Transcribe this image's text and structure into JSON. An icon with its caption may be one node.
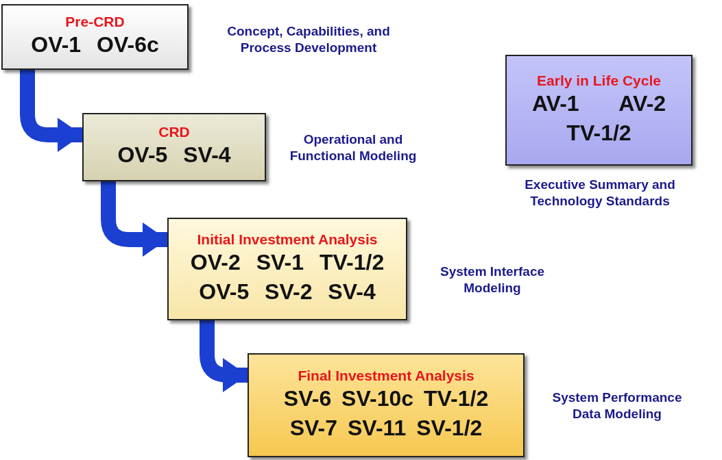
{
  "diagram": {
    "nodes": [
      {
        "text": [
          "Pre-CRD",
          "OV-1 OV-6c"
        ],
        "beside": [
          "Concept, Capabilities, and Process Development"
        ]
      },
      {
        "text": [
          "CRD",
          "OV-5 SV-4"
        ],
        "beside": [
          "Operational and Functional Modeling"
        ]
      },
      {
        "text": [
          "Initial Investment Analysis",
          "OV-2 SV-1 TV-1/2",
          "OV-5 SV-2 SV-4"
        ],
        "beside": [
          "System Interface Modeling"
        ]
      },
      {
        "text": [
          "Final Investment Analysis",
          "SV-6 SV-10c TV-1/2",
          "SV-7 SV-11 SV-1/2"
        ],
        "beside": [
          "System Performance Data Modeling"
        ]
      },
      {
        "text": [
          "Early in Life Cycle",
          "AV-1 AV-2",
          "TV-1/2"
        ],
        "beside": [
          "Executive Summary and Technology Standards"
        ]
      }
    ],
    "edges": [
      {
        "from": 0,
        "to": 1,
        "arrow": "to"
      },
      {
        "from": 1,
        "to": 2,
        "arrow": "to"
      },
      {
        "from": 2,
        "to": 3,
        "arrow": "to"
      }
    ]
  }
}
